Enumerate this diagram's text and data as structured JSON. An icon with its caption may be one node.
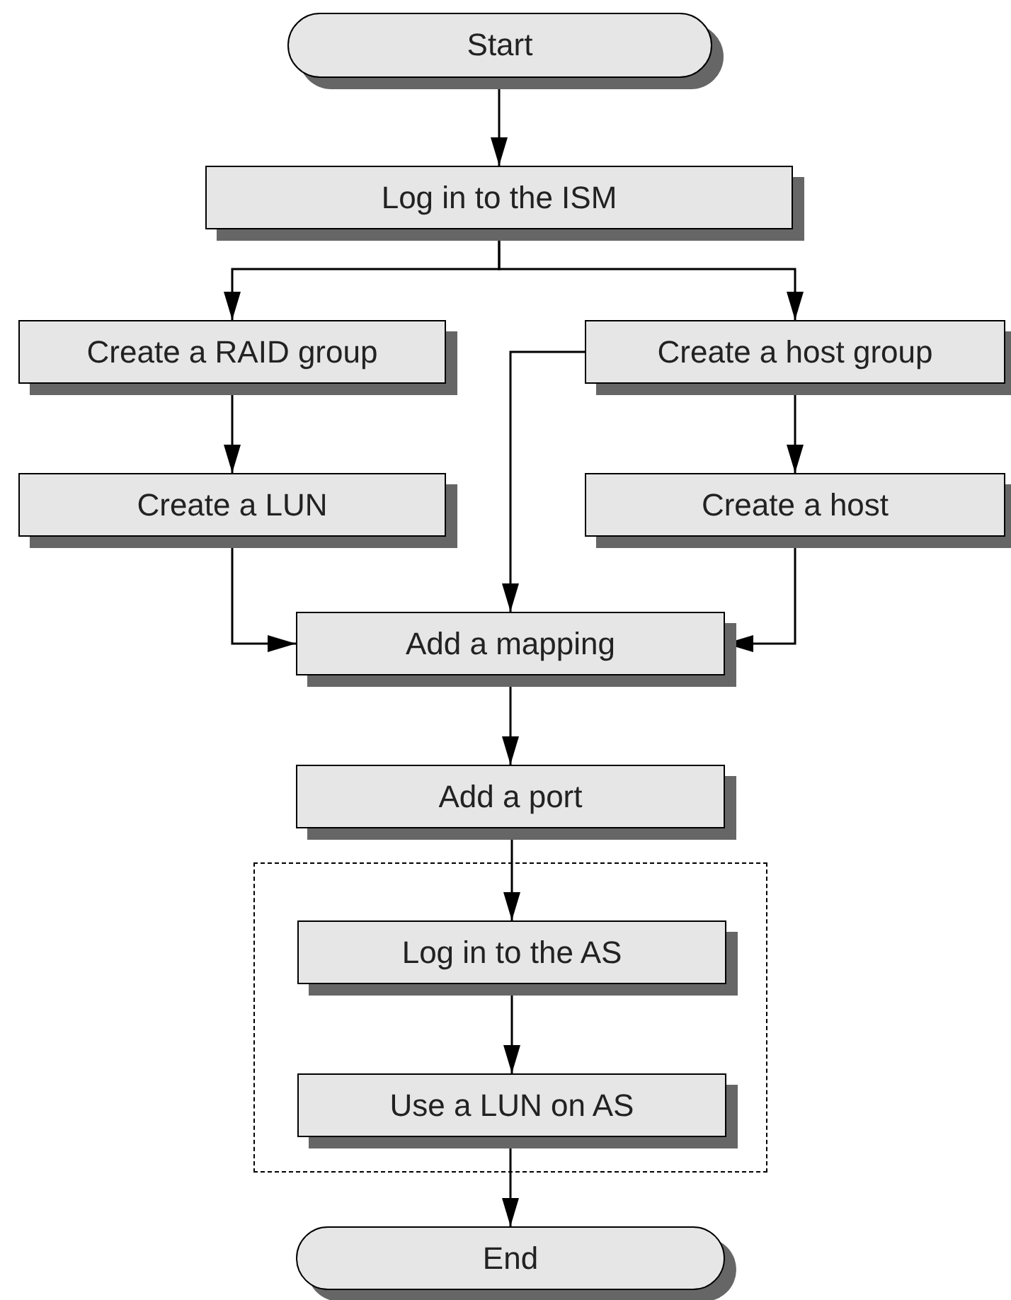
{
  "diagram": {
    "nodes": [
      {
        "text": [
          "Start"
        ]
      },
      {
        "text": [
          "Log in to the ISM"
        ]
      },
      {
        "text": [
          "Create a RAID group"
        ]
      },
      {
        "text": [
          "Create a host group"
        ]
      },
      {
        "text": [
          "Create a LUN"
        ]
      },
      {
        "text": [
          "Create a host"
        ]
      },
      {
        "text": [
          "Add a mapping"
        ]
      },
      {
        "text": [
          "Add a port"
        ]
      },
      {
        "text": [],
        "shape": "box"
      },
      {
        "text": [
          "Log in to the AS"
        ],
        "in": 8
      },
      {
        "text": [
          "Use a LUN on AS"
        ],
        "in": 8
      },
      {
        "text": [
          "End"
        ]
      }
    ],
    "edges": [
      {
        "from": 0,
        "to": 1,
        "arrow": "to"
      },
      {
        "from": 1,
        "to": 2,
        "arrow": "to"
      },
      {
        "from": 1,
        "to": 3,
        "arrow": "to"
      },
      {
        "from": 2,
        "to": 4,
        "arrow": "to"
      },
      {
        "from": 3,
        "to": 5,
        "arrow": "to"
      },
      {
        "from": 3,
        "to": 6,
        "arrow": "to"
      },
      {
        "from": 4,
        "to": 6,
        "arrow": "to"
      },
      {
        "from": 5,
        "to": 6,
        "arrow": "to"
      },
      {
        "from": 6,
        "to": 7,
        "arrow": "to"
      },
      {
        "from": 7,
        "to": 9,
        "arrow": "to"
      },
      {
        "from": 9,
        "to": 10,
        "arrow": "to"
      },
      {
        "from": 10,
        "to": 11,
        "arrow": "to"
      }
    ]
  }
}
